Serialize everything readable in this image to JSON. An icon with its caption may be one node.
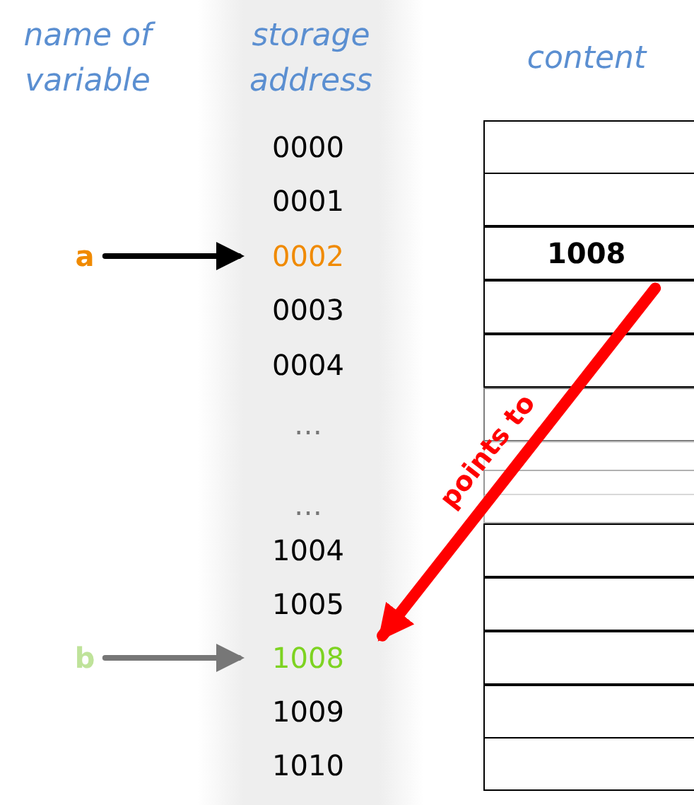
{
  "diagram": {
    "nodes": [
      {
        "text": [
          "a"
        ]
      },
      {
        "text": [
          "0002"
        ]
      },
      {
        "text": [
          "b"
        ]
      },
      {
        "text": [
          "1008"
        ]
      },
      {
        "text": [
          "1008"
        ]
      }
    ],
    "edges": [
      {
        "from": 0,
        "to": 1,
        "arrow": "to"
      },
      {
        "from": 2,
        "to": 3,
        "arrow": "to",
        "color": "#777777"
      },
      {
        "from": 4,
        "to": 3,
        "arrow": "to",
        "label": "points to",
        "style": "thick",
        "color": "#ff0000"
      }
    ],
    "labels": [
      "name of variable",
      "storage address",
      "content",
      "0000",
      "0001",
      "0003",
      "0004",
      "…",
      "…",
      "1004",
      "1005",
      "1009",
      "1010"
    ]
  }
}
